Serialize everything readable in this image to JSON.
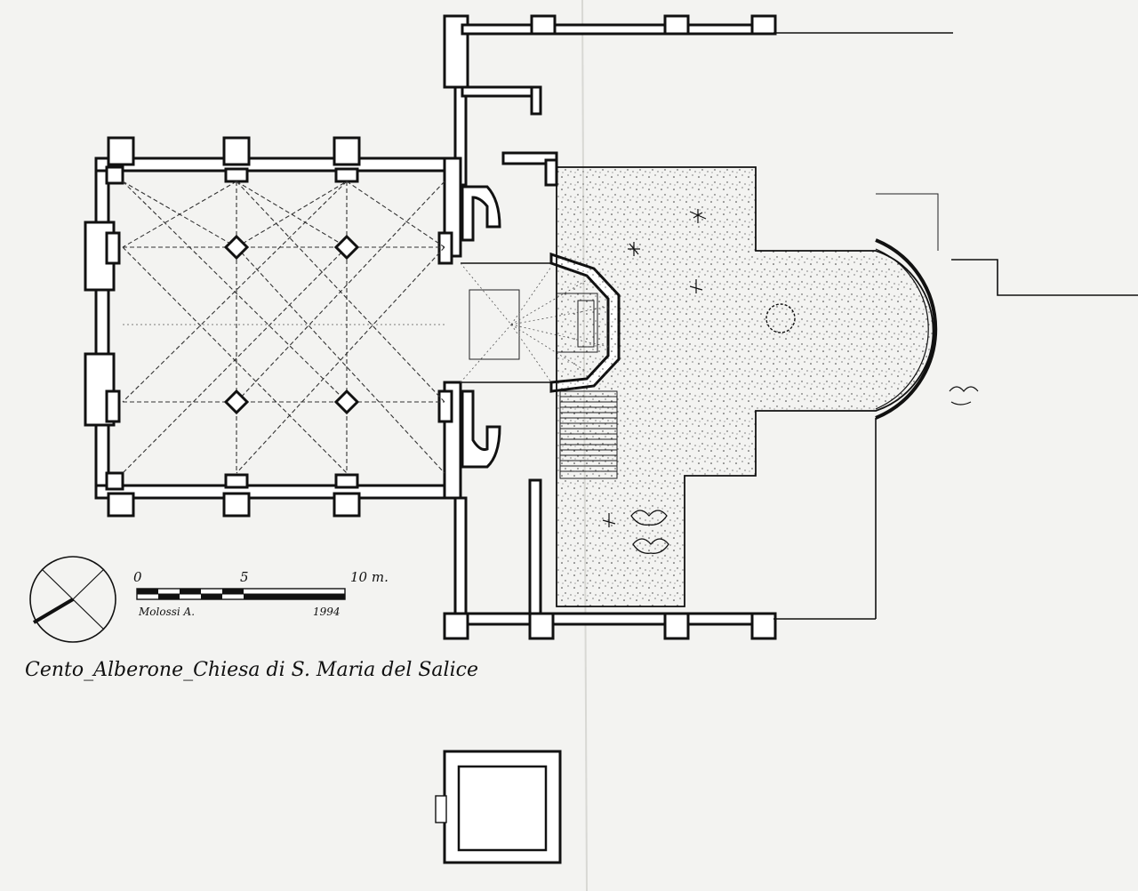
{
  "drawing": {
    "title": "Cento_Alberone_Chiesa di S. Maria del Salice",
    "author": "Molossi A.",
    "year": "1994",
    "scale_ticks": [
      "0",
      "5",
      "10 m."
    ],
    "scale_meters_max": 10,
    "ink_color": "#111111",
    "paper_color": "#f3f3f1"
  }
}
